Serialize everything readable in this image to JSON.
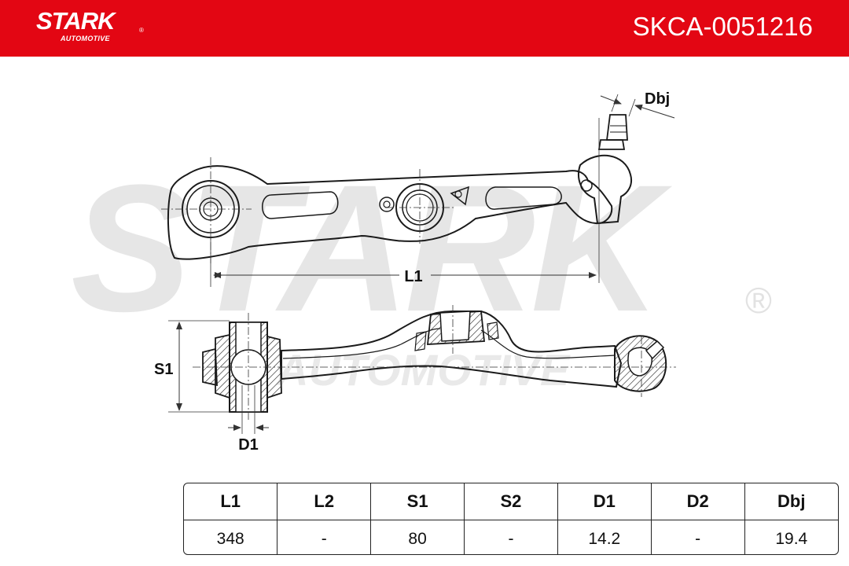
{
  "header": {
    "background": "#e30613",
    "brand": "STARK",
    "brand_sub": "AUTOMOTIVE",
    "brand_reg": "®",
    "part_number": "SKCA-0051216"
  },
  "watermark": {
    "text": "STARK",
    "sub": "AUTOMOTIVE",
    "reg": "®",
    "color": "#e6e6e6"
  },
  "drawing": {
    "labels": {
      "dbj": "Dbj",
      "l1": "L1",
      "s1": "S1",
      "d1": "D1"
    }
  },
  "specs": {
    "headers": [
      "L1",
      "L2",
      "S1",
      "S2",
      "D1",
      "D2",
      "Dbj"
    ],
    "values": [
      "348",
      "-",
      "80",
      "-",
      "14.2",
      "-",
      "19.4"
    ]
  }
}
